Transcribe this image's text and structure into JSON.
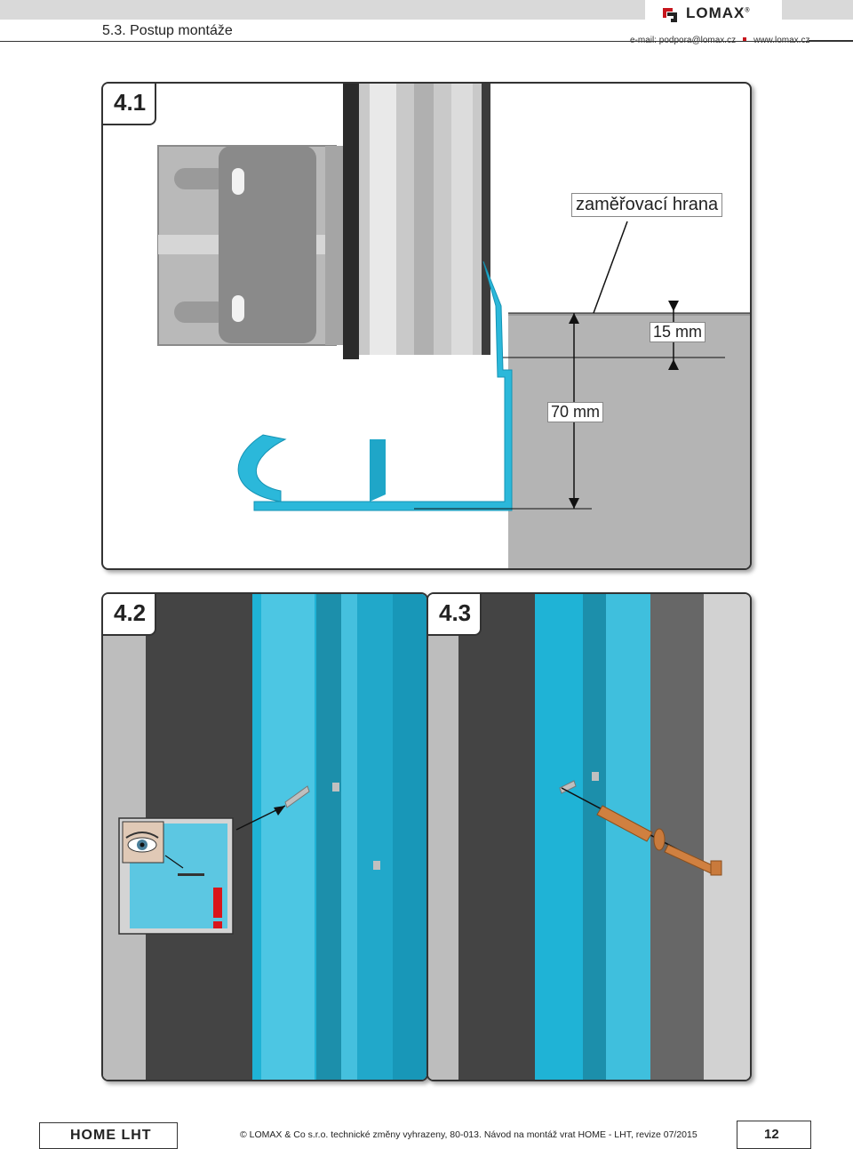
{
  "header": {
    "section_title": "5.3. Postup montáže",
    "logo_text": "LOMAX",
    "logo_mark": "®",
    "email": "e-mail: podpora@lomax.cz",
    "website": "www.lomax.cz"
  },
  "panels": {
    "p41": {
      "label": "4.1",
      "callout_edge": "zaměřovací hrana",
      "dim_15": "15 mm",
      "dim_70": "70 mm"
    },
    "p42": {
      "label": "4.2"
    },
    "p43": {
      "label": "4.3"
    }
  },
  "footer": {
    "brand": "HOME LHT",
    "copyright": "© LOMAX & Co s.r.o. technické změny vyhrazeny, 80-013. Návod na montáž vrat HOME - LHT, revize 07/2015",
    "page_number": "12"
  },
  "colors": {
    "accent_blue": "#1fb3d6",
    "dark_wall": "#434343",
    "light_grey": "#c8c8c8",
    "warning_red": "#d9151b"
  }
}
